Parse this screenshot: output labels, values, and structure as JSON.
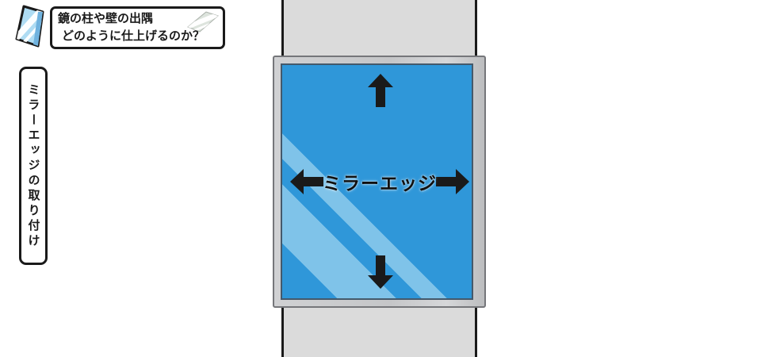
{
  "header": {
    "line1": "鏡の柱や壁の出隅",
    "line2": "どのように仕上げるのか？"
  },
  "sidebar": {
    "label": "ミラーエッジの取り付け"
  },
  "diagram": {
    "mirror_label": "ミラーエッジ"
  },
  "icons": {
    "badge_icon": "glass-pane-icon",
    "badge_deco_icon": "glass-pane-small-icon",
    "arrows": [
      "arrow-up-icon",
      "arrow-down-icon",
      "arrow-left-icon",
      "arrow-right-icon"
    ]
  },
  "colors": {
    "mirror_blue": "#2F97D9",
    "mirror_shine": "#7FC3E9",
    "wall_gray": "#DBDBDB",
    "frame_gray": "#C5C6C8",
    "frame_border": "#75767A",
    "ink_black": "#1A1A1A"
  }
}
